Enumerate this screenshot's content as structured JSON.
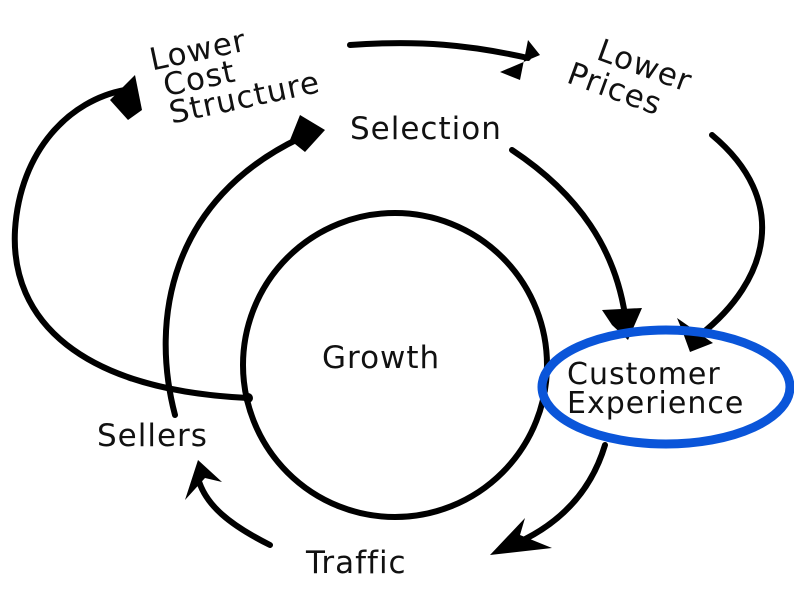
{
  "diagram": {
    "nodes": {
      "lower_cost_structure": {
        "lines": [
          "Lower",
          "Cost",
          "Structure"
        ]
      },
      "lower_prices": {
        "lines": [
          "Lower",
          "Prices"
        ]
      },
      "selection": {
        "label": "Selection"
      },
      "growth": {
        "label": "Growth"
      },
      "customer_experience": {
        "lines": [
          "Customer",
          "Experience"
        ]
      },
      "sellers": {
        "label": "Sellers"
      },
      "traffic": {
        "label": "Traffic"
      }
    },
    "colors": {
      "ink": "#000000",
      "highlight": "#0a55d9",
      "background": "#ffffff"
    }
  }
}
